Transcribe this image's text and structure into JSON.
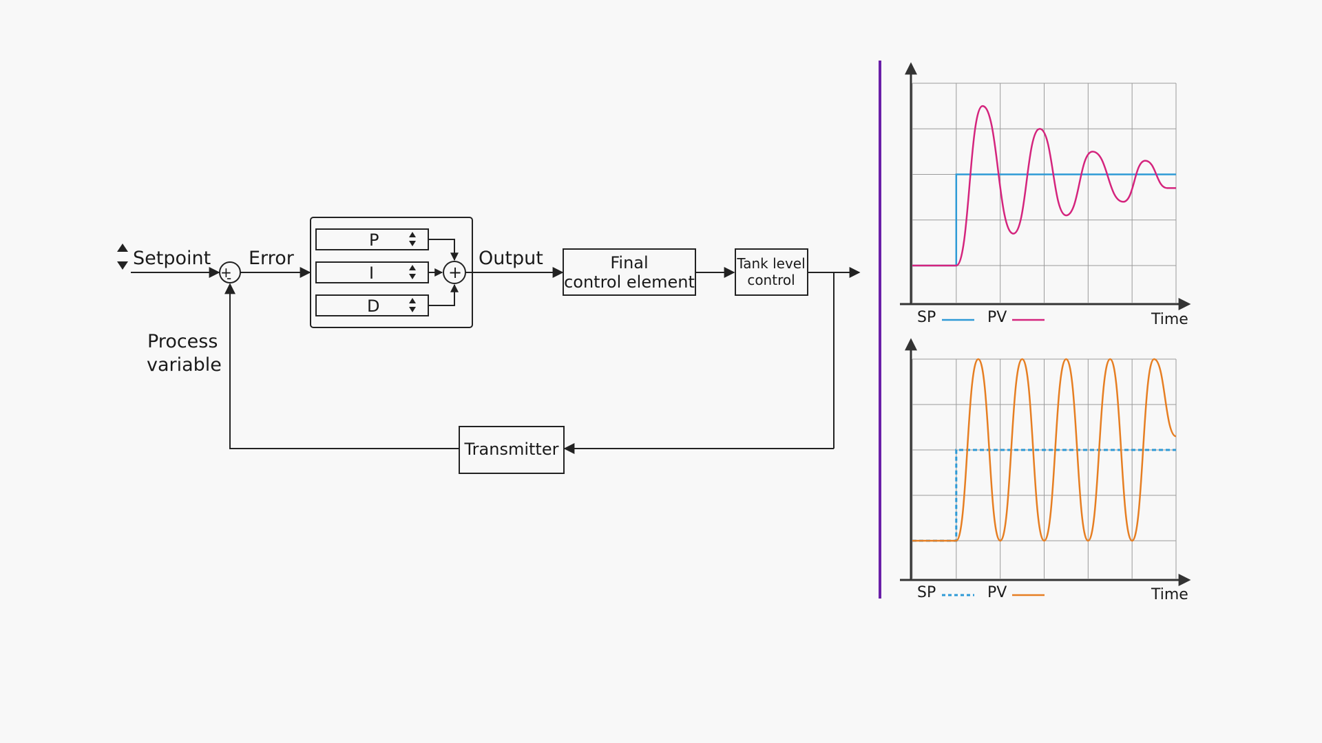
{
  "diagram": {
    "setpoint_label": "Setpoint",
    "error_label": "Error",
    "output_label": "Output",
    "process_variable_label": [
      "Process",
      "variable"
    ],
    "pid_terms": [
      "P",
      "I",
      "D"
    ],
    "sum_symbol": "+",
    "minus_symbol": "-",
    "final_control_element": [
      "Final",
      "control element"
    ],
    "tank_level_control": [
      "Tank level",
      "control"
    ],
    "transmitter": "Transmitter"
  },
  "colors": {
    "divider": "#6a1fa8",
    "sp": "#2e9ad6",
    "pv_damped": "#d4247d",
    "pv_oscillating": "#e67e22"
  },
  "chart_data": [
    {
      "type": "line",
      "xlabel": "Time",
      "legend": [
        "SP",
        "PV"
      ],
      "grid": true,
      "legend_placement": "bottom-left",
      "series": [
        {
          "name": "SP",
          "style": "solid",
          "x": [
            0,
            1,
            1,
            6
          ],
          "y": [
            0,
            0,
            2,
            2
          ]
        },
        {
          "name": "PV",
          "style": "solid",
          "x": [
            0,
            1,
            1.6,
            2.3,
            2.9,
            3.5,
            4.1,
            4.8,
            5.3,
            5.8,
            6
          ],
          "y": [
            0,
            0,
            3.5,
            0.7,
            3.0,
            1.1,
            2.5,
            1.4,
            2.3,
            1.7,
            1.7
          ]
        }
      ]
    },
    {
      "type": "line",
      "xlabel": "Time",
      "legend": [
        "SP",
        "PV"
      ],
      "grid": true,
      "legend_placement": "bottom-left",
      "series": [
        {
          "name": "SP",
          "style": "dashed",
          "x": [
            0,
            1,
            1,
            6
          ],
          "y": [
            0,
            0,
            2,
            2
          ]
        },
        {
          "name": "PV",
          "style": "solid",
          "x": [
            0,
            1,
            1.5,
            2,
            2.5,
            3,
            3.5,
            4,
            4.5,
            5,
            5.5,
            6
          ],
          "y": [
            0,
            0,
            4,
            0,
            4,
            0,
            4,
            0,
            4,
            0,
            4,
            2.3
          ]
        }
      ]
    }
  ]
}
